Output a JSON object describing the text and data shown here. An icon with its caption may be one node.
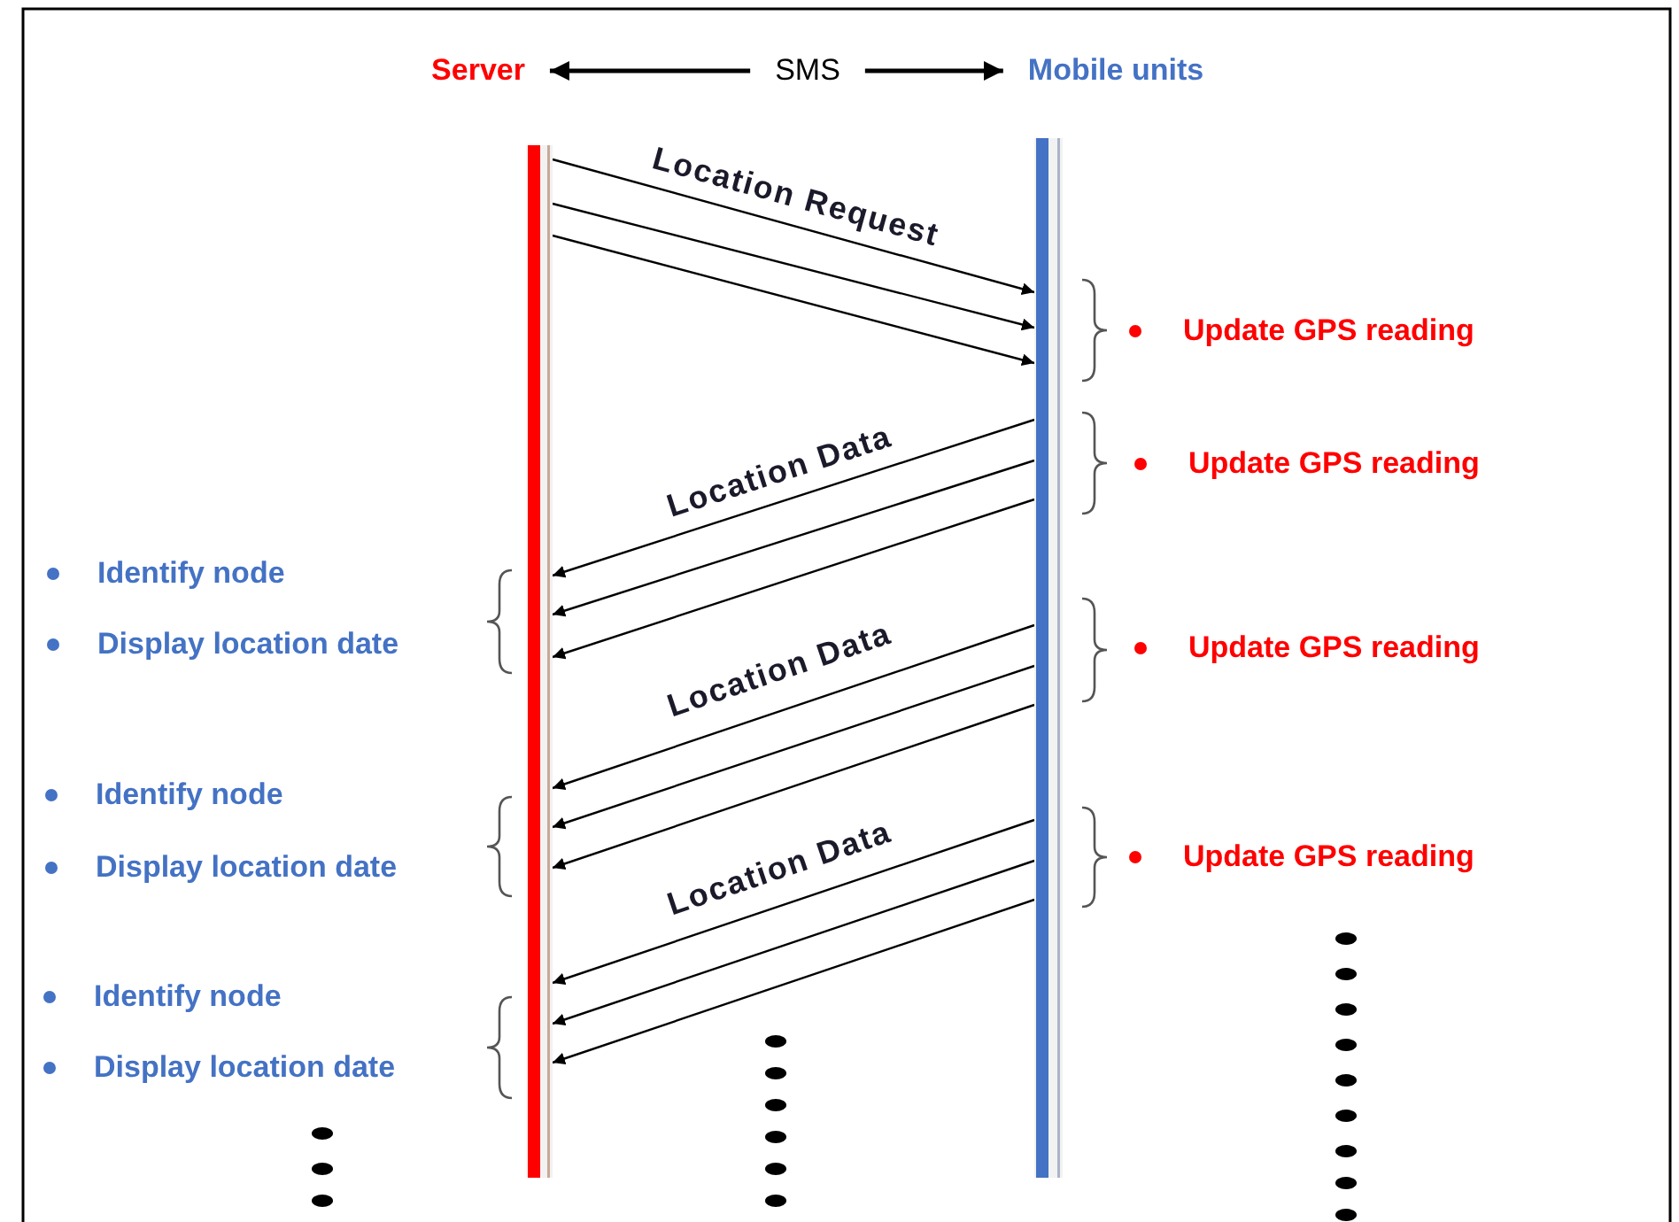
{
  "diagram": {
    "nodes": [
      {
        "text": [
          "Server"
        ]
      },
      {
        "text": [
          "SMS"
        ]
      },
      {
        "text": [
          "Mobile units"
        ]
      },
      {
        "text": [],
        "shape": "bar"
      },
      {
        "text": [],
        "shape": "bar"
      }
    ],
    "edges": [
      {
        "from": 1,
        "to": 0,
        "arrow": "to"
      },
      {
        "from": 1,
        "to": 2,
        "arrow": "to"
      },
      {
        "from": 3,
        "to": 4,
        "arrow": "to",
        "label": "Location Request"
      },
      {
        "from": 3,
        "to": 4,
        "arrow": "to"
      },
      {
        "from": 3,
        "to": 4,
        "arrow": "to"
      },
      {
        "from": 4,
        "to": 3,
        "arrow": "to",
        "label": "Location Data"
      },
      {
        "from": 4,
        "to": 3,
        "arrow": "to"
      },
      {
        "from": 4,
        "to": 3,
        "arrow": "to"
      },
      {
        "from": 4,
        "to": 3,
        "arrow": "to",
        "label": "Location Data"
      },
      {
        "from": 4,
        "to": 3,
        "arrow": "to"
      },
      {
        "from": 4,
        "to": 3,
        "arrow": "to"
      },
      {
        "from": 4,
        "to": 3,
        "arrow": "to",
        "label": "Location Data"
      },
      {
        "from": 4,
        "to": 3,
        "arrow": "to"
      },
      {
        "from": 4,
        "to": 3,
        "arrow": "to"
      }
    ],
    "labels": [
      "Update GPS reading",
      "Update GPS reading",
      "Identify node",
      "Display location date",
      "Update GPS reading",
      "Identify node",
      "Update GPS reading",
      "Display location date",
      "Identify node",
      "Display location date"
    ]
  }
}
